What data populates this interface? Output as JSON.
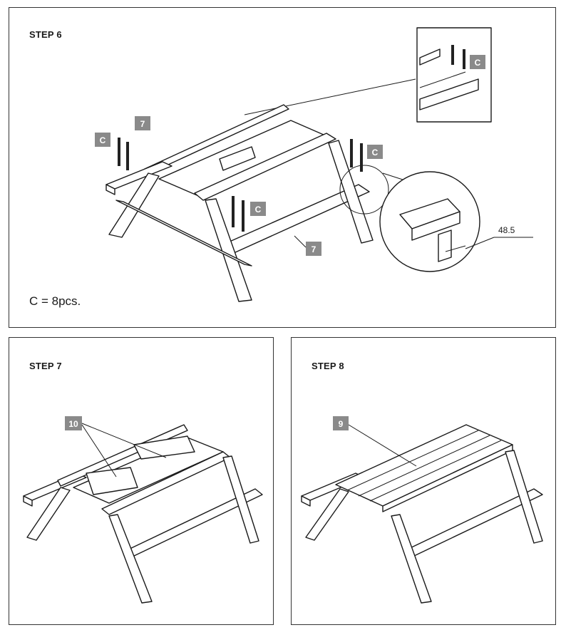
{
  "steps": [
    {
      "title": "STEP 6",
      "tags": [
        "C",
        "7",
        "C",
        "C",
        "7",
        "C"
      ],
      "dimension": "48.5",
      "count_note": "C = 8pcs."
    },
    {
      "title": "STEP 7",
      "tags": [
        "10"
      ]
    },
    {
      "title": "STEP 8",
      "tags": [
        "9"
      ]
    }
  ],
  "colors": {
    "tag_fill": "#8a8a8a",
    "line": "#1a1a1a"
  }
}
